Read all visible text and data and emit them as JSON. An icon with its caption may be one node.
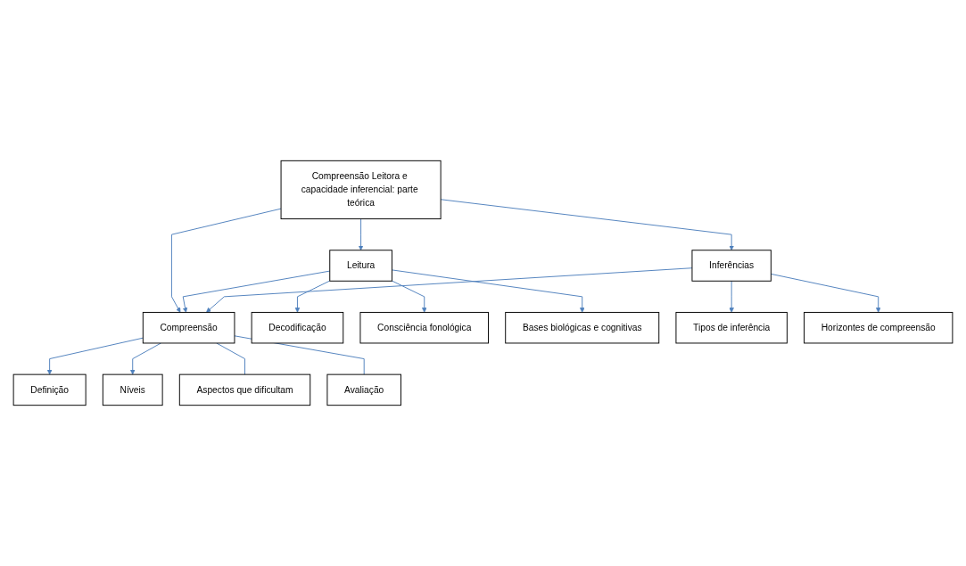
{
  "diagram": {
    "nodes": [
      {
        "text": [
          "Compreensão Leitora e capacidade inferencial: parte teórica"
        ]
      },
      {
        "text": [
          "Leitura"
        ]
      },
      {
        "text": [
          "Compreensão"
        ]
      },
      {
        "text": [
          "Inferências"
        ]
      },
      {
        "text": [
          "Decodificação"
        ]
      },
      {
        "text": [
          "Consciência fonológica"
        ]
      },
      {
        "text": [
          "Bases biológicas e cognitivas"
        ]
      },
      {
        "text": [
          "Definição"
        ]
      },
      {
        "text": [
          "Níveis"
        ]
      },
      {
        "text": [
          "Aspectos que dificultam"
        ]
      },
      {
        "text": [
          "Avaliação"
        ]
      },
      {
        "text": [
          "Tipos de inferência"
        ]
      },
      {
        "text": [
          "Horizontes de compreensão"
        ]
      }
    ],
    "edges": [
      {
        "from": 0,
        "to": 1,
        "arrow": "to"
      },
      {
        "from": 0,
        "to": 2,
        "arrow": "to"
      },
      {
        "from": 0,
        "to": 3,
        "arrow": "to"
      },
      {
        "from": 1,
        "to": 2,
        "arrow": "to"
      },
      {
        "from": 3,
        "to": 2,
        "arrow": "to"
      },
      {
        "from": 1,
        "to": 4,
        "arrow": "to"
      },
      {
        "from": 1,
        "to": 5,
        "arrow": "to"
      },
      {
        "from": 1,
        "to": 6,
        "arrow": "to"
      },
      {
        "from": 2,
        "to": 7,
        "arrow": "to"
      },
      {
        "from": 2,
        "to": 8,
        "arrow": "to"
      },
      {
        "from": 2,
        "to": 9,
        "arrow": "none"
      },
      {
        "from": 2,
        "to": 10,
        "arrow": "none"
      },
      {
        "from": 3,
        "to": 11,
        "arrow": "to"
      },
      {
        "from": 3,
        "to": 12,
        "arrow": "to"
      }
    ]
  }
}
